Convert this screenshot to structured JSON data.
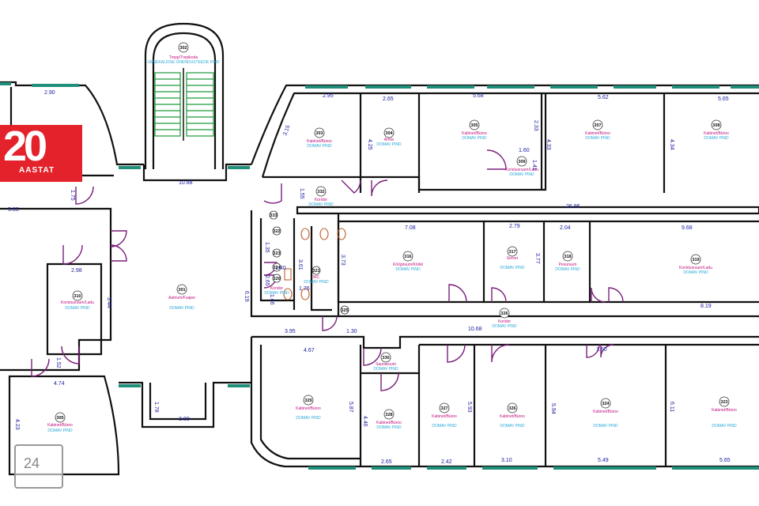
{
  "rooms": [
    {
      "id": "r302",
      "num": "302",
      "name": "Trepp/Trepikoda",
      "area": "ÜENEKALDISE ÜHENDUSTEEDE PIND"
    },
    {
      "id": "r303",
      "num": "303",
      "name": "Kabinet/Büroo",
      "area": "DOMAV PIND"
    },
    {
      "id": "r304",
      "num": "304",
      "name": "Arhiiv",
      "area": "DOMAV PIND"
    },
    {
      "id": "r305",
      "num": "305",
      "name": "Kabinet/Büroo",
      "area": "DOMAV PIND"
    },
    {
      "id": "r307",
      "num": "307",
      "name": "Kabinet/Büroo",
      "area": "DOMAV PIND"
    },
    {
      "id": "r308",
      "num": "308",
      "name": "Kabinet/Büroo",
      "area": "DOMAV PIND"
    },
    {
      "id": "r309",
      "num": "309",
      "name": "Koristusruum/Ladu",
      "area": "DOMAV PIND"
    },
    {
      "id": "r332",
      "num": "332",
      "name": "Koridor",
      "area": "DOMAV PIND"
    },
    {
      "id": "r301",
      "num": "301",
      "name": "Aatrium/Fuajee",
      "area": "DOMAV PIND"
    },
    {
      "id": "r310",
      "num": "310",
      "name": "Koristusruum/Ladu",
      "area": "DOMAV PIND"
    },
    {
      "id": "r305b",
      "num": "305",
      "name": "Kabinet/Büroo",
      "area": "DOMAV PIND"
    },
    {
      "id": "r316",
      "num": "316",
      "name": "Köögiruum/Kööki",
      "area": "DOMAV PIND"
    },
    {
      "id": "r317",
      "num": "317",
      "name": "Server",
      "area": "DOMAV PIND"
    },
    {
      "id": "r318",
      "num": "318",
      "name": "Pesuruum",
      "area": "DOMAV PIND"
    },
    {
      "id": "r319",
      "num": "319",
      "name": "Koristusruum/Ladu",
      "area": "DOMAV PIND"
    },
    {
      "id": "r320",
      "num": "320",
      "name": "Koridor",
      "area": "DOMAV PIND"
    },
    {
      "id": "r321",
      "num": "321",
      "name": "WC",
      "area": "DOMAV PIND"
    },
    {
      "id": "r326",
      "num": "326",
      "name": "Koridor",
      "area": "DOMAV PIND"
    },
    {
      "id": "r330",
      "num": "330",
      "name": "Saunaruum",
      "area": "DOMAV PIND"
    },
    {
      "id": "r329",
      "num": "329",
      "name": "Kabinet/Büroo",
      "area": "DOMAV PIND"
    },
    {
      "id": "r328",
      "num": "328",
      "name": "Kabinet/Büroo",
      "area": "DOMAV PIND"
    },
    {
      "id": "r327",
      "num": "327",
      "name": "Kabinet/Büroo",
      "area": "DOMAV PIND"
    },
    {
      "id": "r326b",
      "num": "326",
      "name": "Kabinet/Büroo",
      "area": "DOMAV PIND"
    },
    {
      "id": "r324",
      "num": "324",
      "name": "Kabinet/Büroo",
      "area": "DOMAV PIND"
    },
    {
      "id": "r323",
      "num": "323",
      "name": "Kabinet/Büroo",
      "area": "DOMAV PIND"
    },
    {
      "id": "r333",
      "num": "333",
      "name": "",
      "area": ""
    },
    {
      "id": "r322",
      "num": "322",
      "name": "",
      "area": ""
    },
    {
      "id": "r323b",
      "num": "323",
      "name": "",
      "area": ""
    },
    {
      "id": "r324b",
      "num": "324",
      "name": "",
      "area": ""
    },
    {
      "id": "r325",
      "num": "325",
      "name": "",
      "area": ""
    }
  ],
  "dimensions": [
    "2.90",
    "2.95",
    "2.65",
    "5.68",
    "5.62",
    "5.65",
    "3.15",
    "4.25",
    "2.33",
    "4.33",
    "4.34",
    "1.60",
    "1.41",
    "10.88",
    "1.75",
    "5.83",
    "1.55",
    "26.96",
    "7.08",
    "2.79",
    "2.04",
    "9.68",
    "2.98",
    "3.44",
    "1.35",
    "3.61",
    "3.73",
    "3.77",
    "1.40",
    "1.76",
    "2.65",
    "8.19",
    "6.19",
    "3.95",
    "4.67",
    "1.30",
    "10.68",
    "1.60",
    "1.52",
    "4.74",
    "4.23",
    "1.78",
    "3.00",
    "5.87",
    "4.46",
    "2.65",
    "5.93",
    "2.42",
    "3.10",
    "5.94",
    "5.49",
    "6.11",
    "5.65",
    "1.66"
  ],
  "logos": {
    "anniv_number": "20",
    "anniv_text": "AASTAT",
    "site_number": "24"
  },
  "colors": {
    "walls": "#111111",
    "doors": "#7a1f7a",
    "windows": "#1f8f7a",
    "room_name": "#c01080",
    "room_area": "#2aa8d8",
    "dimensions": "#1a1aa0",
    "logo_red": "#e3222b"
  }
}
